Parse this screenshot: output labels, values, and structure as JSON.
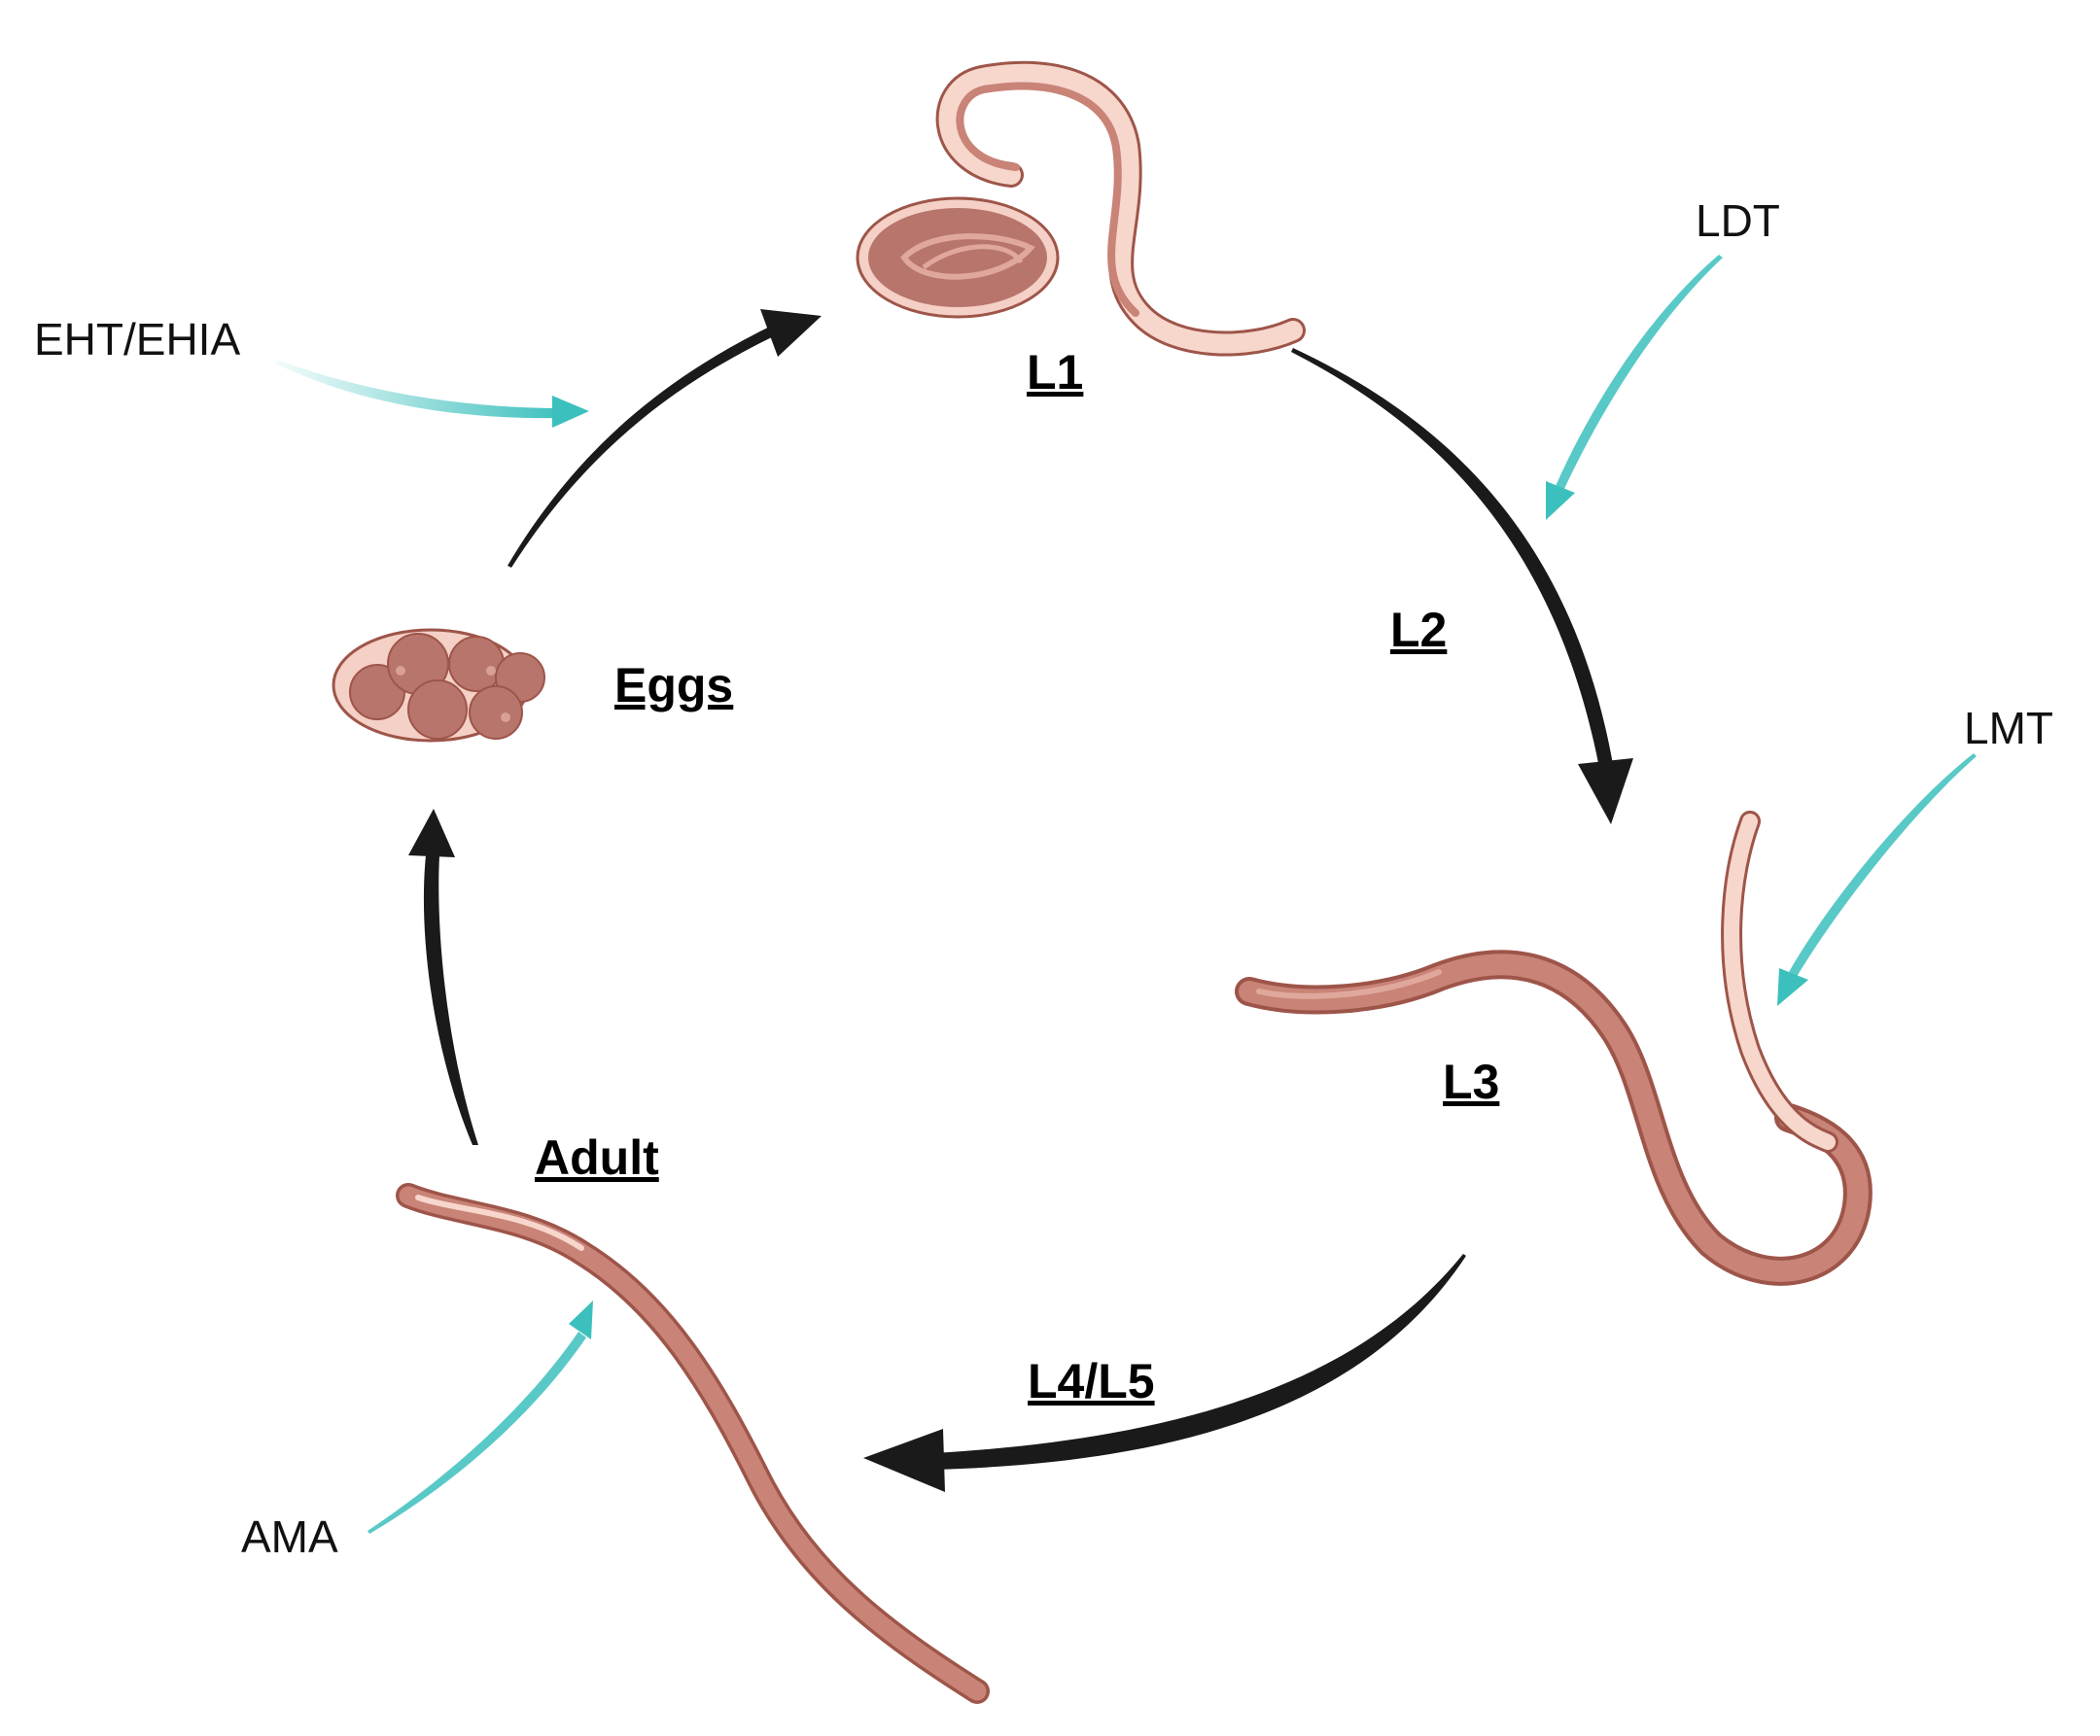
{
  "diagram": {
    "stages": {
      "eggs": "Eggs",
      "l1": "L1",
      "l2": "L2",
      "l3": "L3",
      "l4l5": "L4/L5",
      "adult": "Adult"
    },
    "assays": {
      "ehia": "EHT/EHIA",
      "ldt": "LDT",
      "lmt": "LMT",
      "ama": "AMA"
    }
  },
  "colors": {
    "cycle_arrow": "#1a1a1a",
    "assay_arrow": "#3cc0bd",
    "worm_body": "#c98377",
    "worm_outline": "#9e5549",
    "worm_light": "#f7d6cc",
    "egg_fill": "#b8756b"
  }
}
